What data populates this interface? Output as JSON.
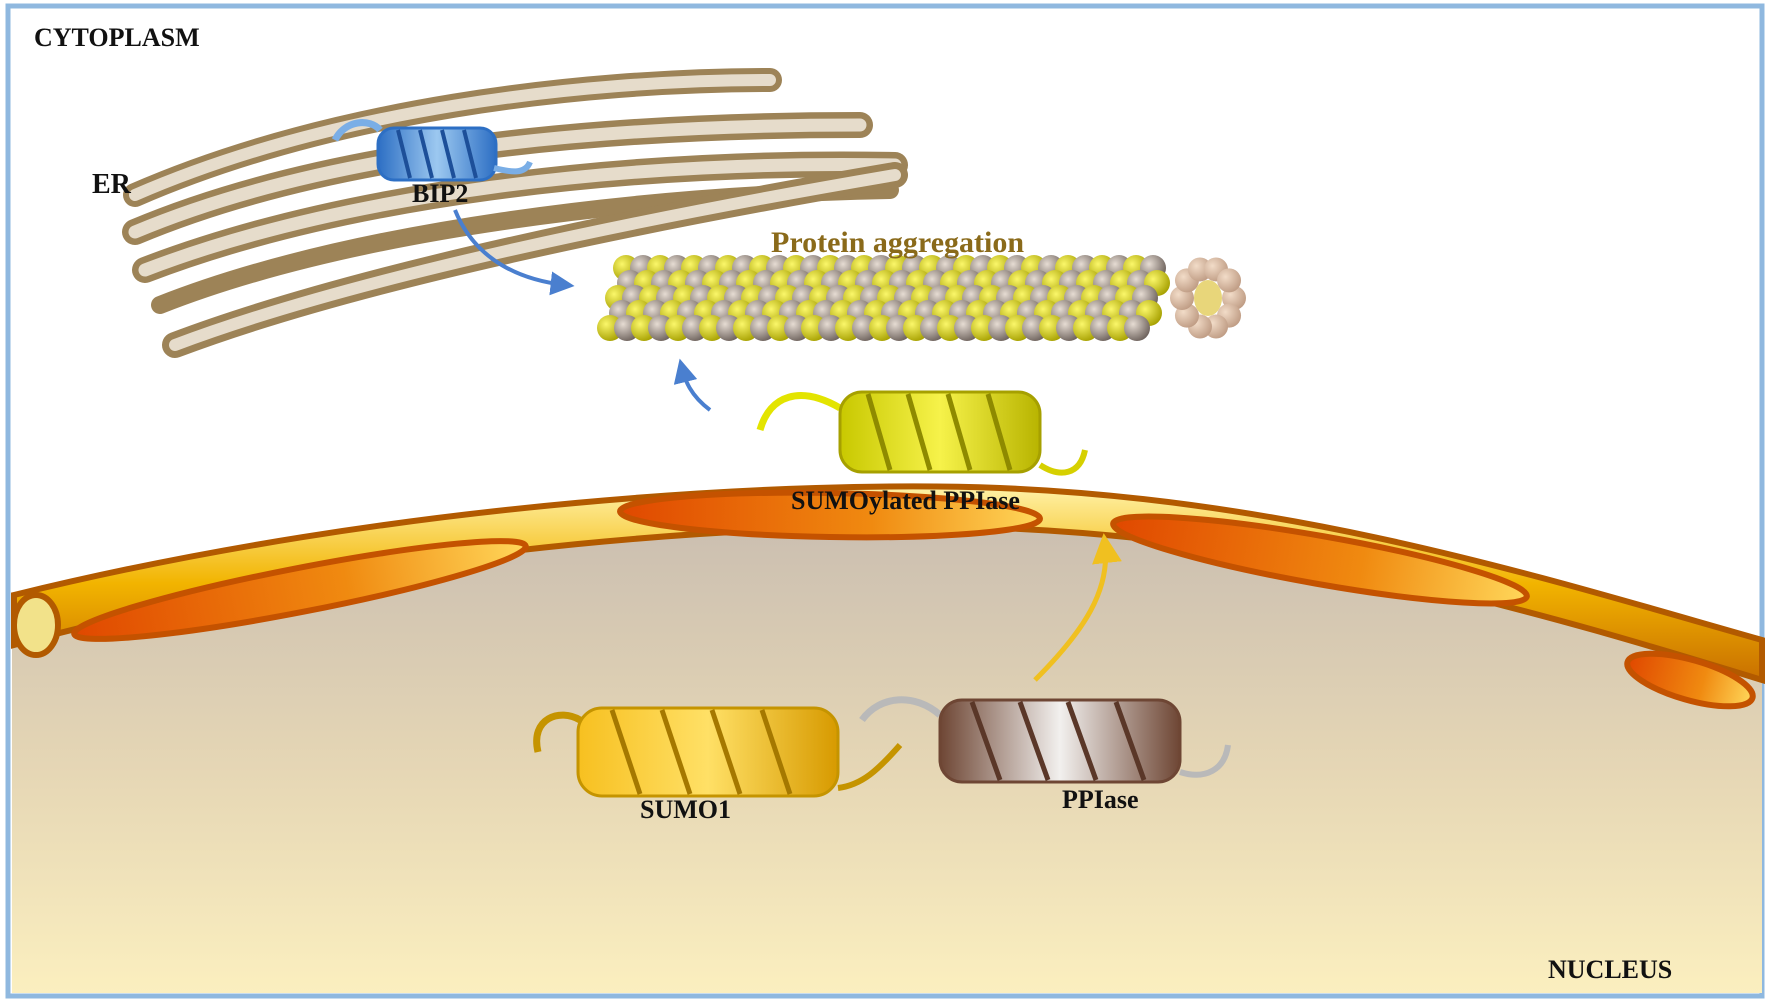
{
  "labels": {
    "cytoplasm": "CYTOPLASM",
    "nucleus": "NUCLEUS",
    "er": "ER",
    "bip2": "BIP2",
    "protein_aggregation": "Protein aggregation",
    "sumoylated_ppiase": "SUMOylated PPIase",
    "sumo1": "SUMO1",
    "ppiase": "PPIase"
  },
  "colors": {
    "frame": "#8fb8df",
    "er": "#a98e63",
    "bip2": "#4a8fd6",
    "aggregate_yellow": "#d6d000",
    "aggregate_grey": "#a69b94",
    "sumo": "#e0a800",
    "ppiase": "#8c6552",
    "sumoylated": "#e3e400",
    "membrane_orange": "#e07400",
    "arrow_blue": "#4a7fcf",
    "arrow_yellow": "#f0c020",
    "label_title": "#8a6a1a"
  }
}
